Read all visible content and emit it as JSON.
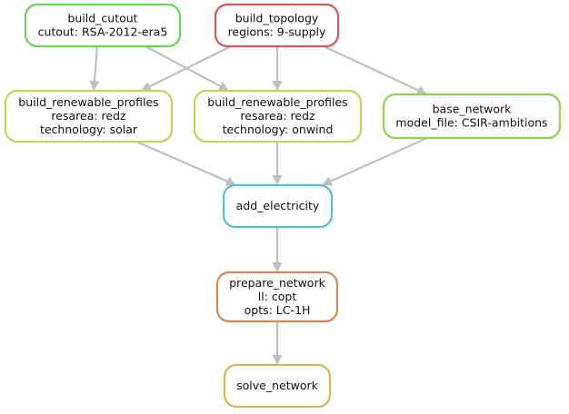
{
  "nodes": [
    {
      "id": "build_cutout",
      "color": "#6cd35a",
      "lines": [
        "build_cutout",
        "cutout: RSA-2012-era5"
      ]
    },
    {
      "id": "build_topology",
      "color": "#d35a5a",
      "lines": [
        "build_topology",
        "regions: 9-supply"
      ]
    },
    {
      "id": "build_renewable_profiles_solar",
      "color": "#c4d35a",
      "lines": [
        "build_renewable_profiles",
        "resarea: redz",
        "technology: solar"
      ]
    },
    {
      "id": "build_renewable_profiles_onwind",
      "color": "#c4d35a",
      "lines": [
        "build_renewable_profiles",
        "resarea: redz",
        "technology: onwind"
      ]
    },
    {
      "id": "base_network",
      "color": "#8fd35a",
      "lines": [
        "base_network",
        "model_file: CSIR-ambitions"
      ]
    },
    {
      "id": "add_electricity",
      "color": "#5abed3",
      "lines": [
        "add_electricity"
      ]
    },
    {
      "id": "prepare_network",
      "color": "#d38a5a",
      "lines": [
        "prepare_network",
        "ll: copt",
        "opts: LC-1H"
      ]
    },
    {
      "id": "solve_network",
      "color": "#d3b85a",
      "lines": [
        "solve_network"
      ]
    }
  ],
  "edges": [
    {
      "from": "build_cutout",
      "to": "build_renewable_profiles_solar"
    },
    {
      "from": "build_cutout",
      "to": "build_renewable_profiles_onwind"
    },
    {
      "from": "build_topology",
      "to": "build_renewable_profiles_solar"
    },
    {
      "from": "build_topology",
      "to": "build_renewable_profiles_onwind"
    },
    {
      "from": "build_topology",
      "to": "base_network"
    },
    {
      "from": "build_renewable_profiles_solar",
      "to": "add_electricity"
    },
    {
      "from": "build_renewable_profiles_onwind",
      "to": "add_electricity"
    },
    {
      "from": "base_network",
      "to": "add_electricity"
    },
    {
      "from": "add_electricity",
      "to": "prepare_network"
    },
    {
      "from": "prepare_network",
      "to": "solve_network"
    }
  ]
}
